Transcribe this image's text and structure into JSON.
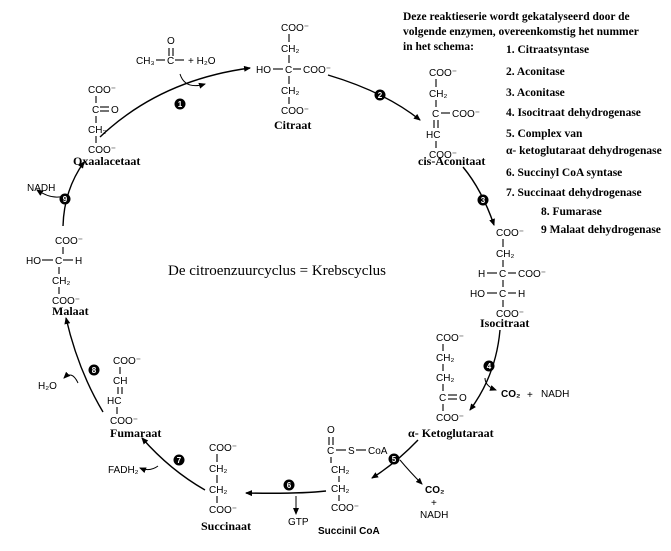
{
  "title": "De citroenzuurcyclus = Krebscyclus",
  "intro": [
    "Deze reaktieserie wordt gekatalyseerd door de",
    "volgende enzymen, overeenkomstig het nummer",
    "in het schema:"
  ],
  "enzymes": [
    "1. Citraatsyntase",
    "2. Aconitase",
    "3. Aconitase",
    "4. Isocitraat dehydrogenase",
    "5. Complex van",
    "α- ketoglutaraat dehydrogenase",
    "6. Succinyl CoA syntase",
    "7. Succinaat dehydrogenase",
    "8. Fumarase",
    "9 Malaat dehydrogenase"
  ],
  "compounds": {
    "citraat": "Citraat",
    "cis_aconitaat": "cis-Aconitaat",
    "isocitraat": "Isocitraat",
    "ketoglutaraat": "α- Ketoglutaraat",
    "succinyl_coa": "Succinil CoA",
    "succinaat": "Succinaat",
    "fumaraat": "Fumaraat",
    "malaat": "Malaat",
    "oxaalacetaat": "Oxaalacetaat"
  },
  "steps": [
    "1",
    "2",
    "3",
    "4",
    "5",
    "6",
    "7",
    "8",
    "9"
  ],
  "cofactors": {
    "acetyl_h2o": "+ H₂O",
    "nadh_9": "NADH",
    "h2o_8": "H₂O",
    "fadh2_7": "FADH₂",
    "gtp_6": "GTP",
    "co2_5": "CO₂",
    "plus_5": "+",
    "nadh_5": "NADH",
    "co2_4": "CO₂",
    "plus_4": "+",
    "nadh_4": "NADH"
  },
  "formula": {
    "coo": "COO⁻",
    "ch2": "CH₂",
    "ch": "CH",
    "hc": "HC",
    "c": "C",
    "h": "H",
    "o": "O",
    "ho": "HO",
    "ch3": "CH₃",
    "s": "S",
    "coa": "CoA"
  }
}
